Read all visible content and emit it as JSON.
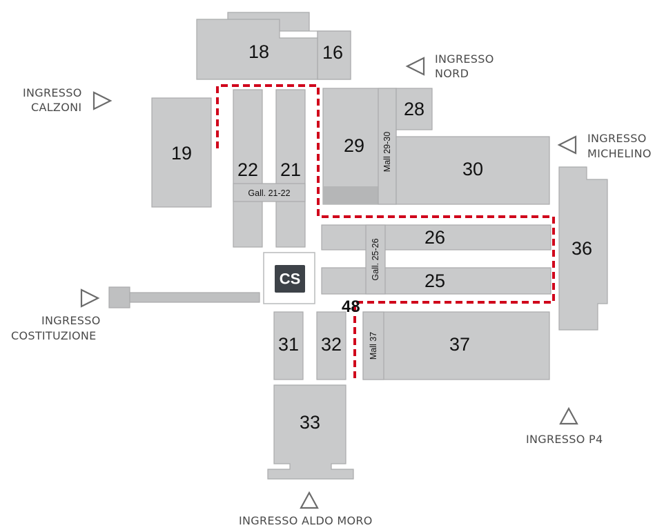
{
  "colors": {
    "hall": "#c9cacb",
    "route": "#d0021b",
    "text": "#4a4a4a",
    "cs_badge": "#3d4248"
  },
  "halls": {
    "h16": "16",
    "h18": "18",
    "h19": "19",
    "h21": "21",
    "h22": "22",
    "h25": "25",
    "h26": "26",
    "h28": "28",
    "h29": "29",
    "h30": "30",
    "h31": "31",
    "h32": "32",
    "h33": "33",
    "h36": "36",
    "h37": "37",
    "h48": "48"
  },
  "malls": {
    "gall_21_22": "Gall. 21-22",
    "mall_29_30": "Mall 29-30",
    "gall_25_26": "Gall. 25-26",
    "mall_37": "Mall 37"
  },
  "service_center": "CS",
  "entrances": {
    "nord": [
      "INGRESSO",
      "NORD"
    ],
    "calzoni": [
      "INGRESSO",
      "CALZONI"
    ],
    "michelino": [
      "INGRESSO",
      "MICHELINO"
    ],
    "costituzione": [
      "INGRESSO",
      "COSTITUZIONE"
    ],
    "p4": "INGRESSO P4",
    "aldo_moro": "INGRESSO ALDO MORO"
  },
  "icons": {
    "entrance": "entrance-triangle-icon"
  }
}
